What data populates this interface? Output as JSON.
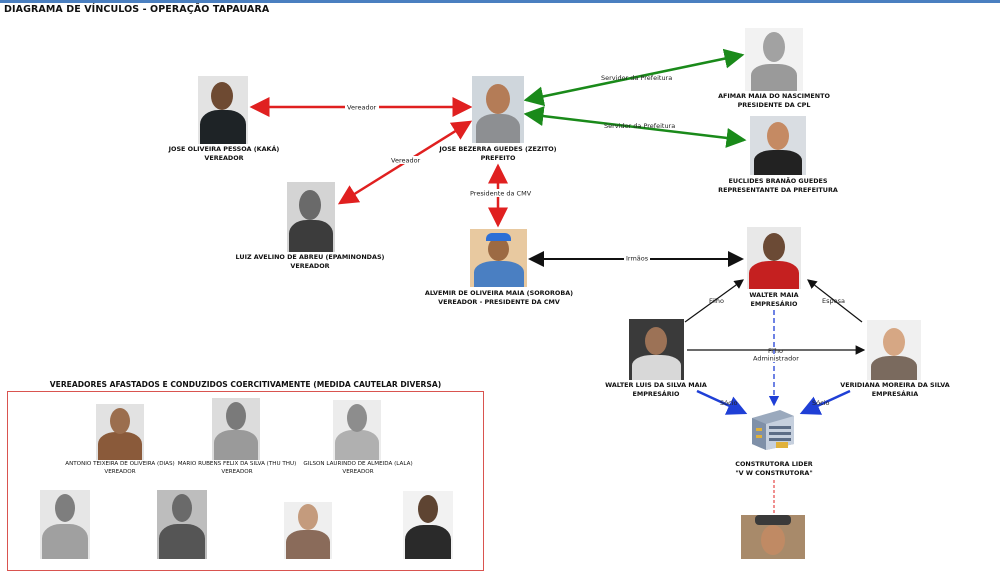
{
  "title": "DIAGRAMA DE VÍNCULOS - OPERAÇÃO TAPAUARA",
  "people": {
    "zezito": {
      "name": "JOSE BEZERRA GUEDES (ZEZITO)",
      "role": "PREFEITO"
    },
    "kaka": {
      "name": "JOSE OLIVEIRA PESSOA (KAKÁ)",
      "role": "VEREADOR"
    },
    "epaminondas": {
      "name": "LUIZ AVELINO DE ABREU (EPAMINONDAS)",
      "role": "VEREADOR"
    },
    "afimar": {
      "name": "AFIMAR MAIA DO NASCIMENTO",
      "role": "PRESIDENTE DA CPL"
    },
    "euclides": {
      "name": "EUCLIDES BRANÃO GUEDES",
      "role": "REPRESENTANTE DA PREFEITURA"
    },
    "sororoba": {
      "name": "ALVEMIR DE OLIVEIRA MAIA (SOROROBA)",
      "role": "VEREADOR - PRESIDENTE DA CMV"
    },
    "walter": {
      "name": "WALTER MAIA",
      "role": "EMPRESÁRIO"
    },
    "walter_luis": {
      "name": "WALTER LUIS DA SILVA MAIA",
      "role": "EMPRESÁRIO"
    },
    "veridiana": {
      "name": "VERIDIANA MOREIRA DA SILVA",
      "role": "EMPRESÁRIA"
    },
    "construtora": {
      "name": "CONSTRUTORA LIDER",
      "role": "\"V W CONSTRUTORA\""
    }
  },
  "links": {
    "vereador_1": "Vereador",
    "vereador_2": "Vereador",
    "servidor_1": "Servidor da Prefeitura",
    "servidor_2": "Servidor da Prefeitura",
    "presidente_cmv": "Presidente da CMV",
    "irmaos": "Irmãos",
    "filho_1": "Filho",
    "esposa": "Esposa",
    "filho_2": "Filho",
    "administrador": "Administrador",
    "socio_1": "Sócio",
    "socio_2": "Sócio"
  },
  "afastados": {
    "title": "VEREADORES AFASTADOS E CONDUZIDOS COERCITIVAMENTE (MEDIDA CAUTELAR DIVERSA)",
    "members": [
      {
        "name": "ANTONIO TEIXEIRA DE OLIVEIRA (DIAS)",
        "role": "VEREADOR"
      },
      {
        "name": "MARIO RUBENS FELIX DA SILVA (THU THU)",
        "role": "VEREADOR"
      },
      {
        "name": "GILSON LAURINDO DE ALMEIDA (LALA)",
        "role": "VEREADOR"
      }
    ]
  },
  "colors": {
    "red": "#e02020",
    "green": "#1a8a1a",
    "black": "#111111",
    "blue": "#1f3fd6",
    "box_border": "#d9534f"
  }
}
